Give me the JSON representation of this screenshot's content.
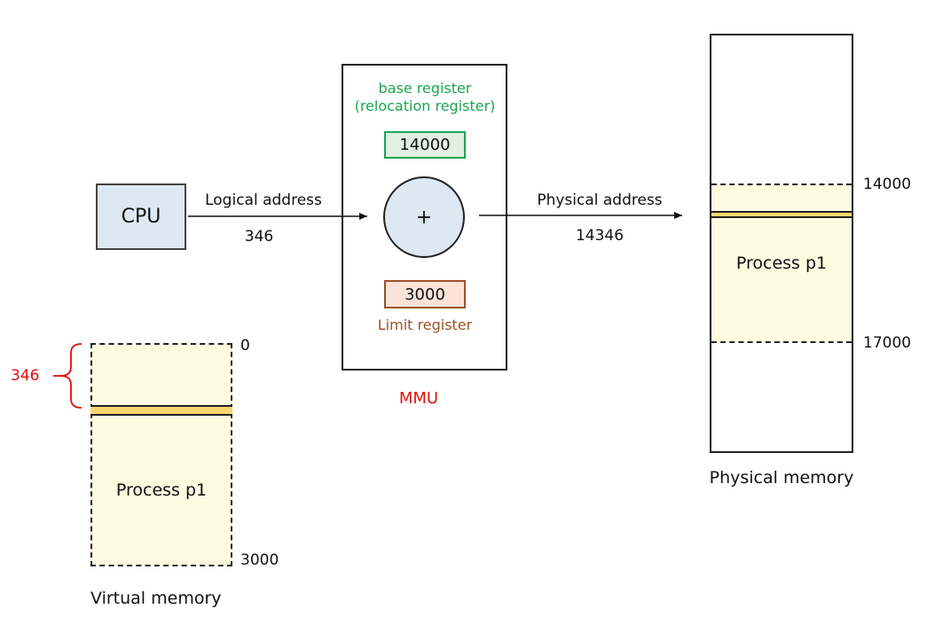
{
  "cpu": {
    "label": "CPU"
  },
  "mmu": {
    "label": "MMU",
    "base_register": {
      "label_line1": "base register",
      "label_line2": "(relocation register)",
      "value": "14000"
    },
    "adder_symbol": "+",
    "limit_register": {
      "label": "Limit register",
      "value": "3000"
    }
  },
  "logical": {
    "label": "Logical address",
    "value": "346"
  },
  "physical": {
    "label": "Physical address",
    "value": "14346"
  },
  "physical_memory": {
    "title": "Physical memory",
    "process_label": "Process p1",
    "start": "14000",
    "end": "17000"
  },
  "virtual_memory": {
    "title": "Virtual memory",
    "process_label": "Process p1",
    "start": "0",
    "end": "3000",
    "offset": "346"
  },
  "colors": {
    "cpu_fill": "#dde8f3",
    "base_register": "#1aa650",
    "limit_register": "#9a5226",
    "mmu_label": "#e01010",
    "offset_brace": "#e01010",
    "process_fill": "#fdfbe0",
    "band_fill": "#f8d66c"
  }
}
